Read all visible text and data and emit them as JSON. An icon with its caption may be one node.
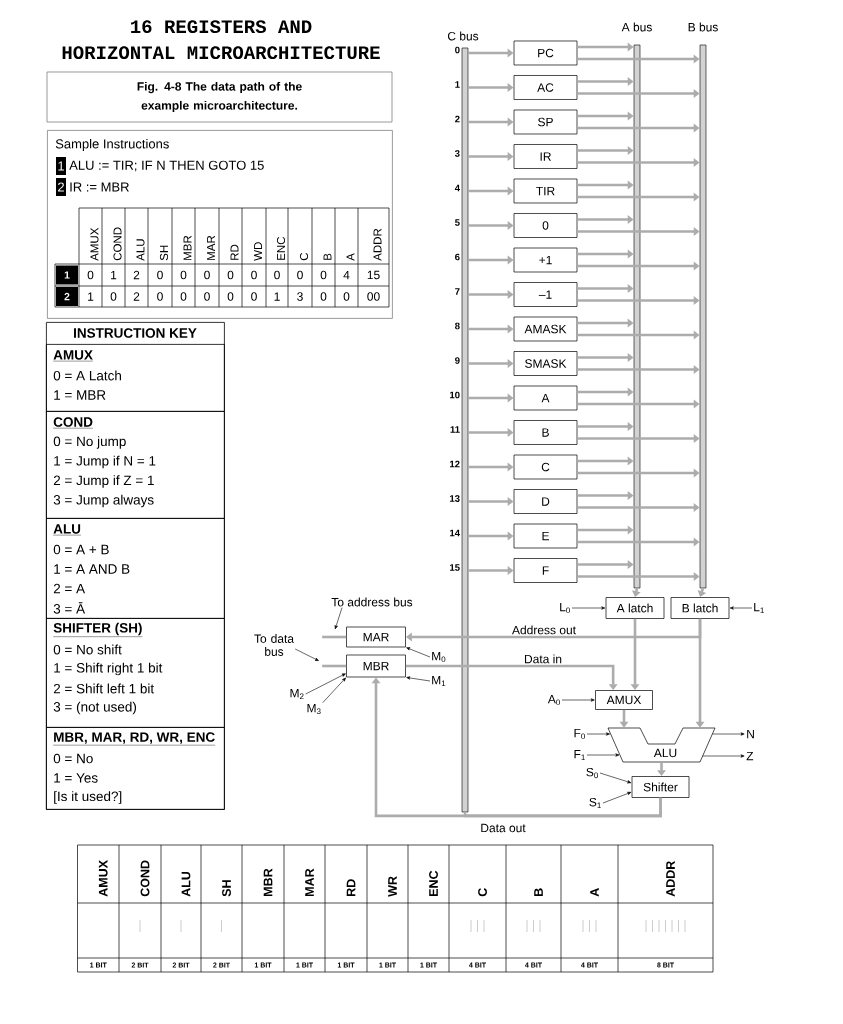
{
  "diagram": {
    "title": "16 REGISTERS AND HORIZONTAL MICROARCHITECTURE",
    "caption": "Fig. 4-8 The data path of the example microarchitecture.",
    "nodes": [
      {
        "text": [
          "Sample Instructions",
          "1",
          "ALU := TIR; IF N THEN GOTO 15",
          "2",
          "IR := MBR"
        ]
      },
      {
        "text": [
          "INSTRUCTION KEY"
        ]
      },
      {
        "text": [
          "AMUX",
          "0 = A Latch",
          "1 = MBR"
        ],
        "in": 1
      },
      {
        "text": [
          "COND",
          "0 = No jump",
          "1 = Jump if N = 1",
          "2 = Jump if Z = 1",
          "3 = Jump always"
        ],
        "in": 1
      },
      {
        "text": [
          "ALU",
          "0 = A + B",
          "1 = A AND B",
          "2 = A",
          "3 = Ā"
        ],
        "in": 1
      },
      {
        "text": [
          "SHIFTER (SH)",
          "0 = No shift",
          "1 = Shift right 1 bit",
          "2 = Shift left 1 bit",
          "3 = (not used)"
        ],
        "in": 1
      },
      {
        "text": [
          "MBR, MAR, RD, WR, ENC",
          "0 = No",
          "1 = Yes",
          "[Is it used?]"
        ],
        "in": 1
      },
      {
        "text": [
          "C bus"
        ]
      },
      {
        "text": [
          "A bus"
        ]
      },
      {
        "text": [
          "B bus"
        ]
      },
      {
        "text": [
          "PC"
        ]
      },
      {
        "text": [
          "AC"
        ]
      },
      {
        "text": [
          "SP"
        ]
      },
      {
        "text": [
          "IR"
        ]
      },
      {
        "text": [
          "TIR"
        ]
      },
      {
        "text": [
          "0"
        ]
      },
      {
        "text": [
          "+1"
        ]
      },
      {
        "text": [
          "–1"
        ]
      },
      {
        "text": [
          "AMASK"
        ]
      },
      {
        "text": [
          "SMASK"
        ]
      },
      {
        "text": [
          "A"
        ]
      },
      {
        "text": [
          "B"
        ]
      },
      {
        "text": [
          "C"
        ]
      },
      {
        "text": [
          "D"
        ]
      },
      {
        "text": [
          "E"
        ]
      },
      {
        "text": [
          "F"
        ]
      },
      {
        "text": [
          "A latch"
        ]
      },
      {
        "text": [
          "B latch"
        ]
      },
      {
        "text": [
          "L$_{0}$"
        ]
      },
      {
        "text": [
          "L$_{1}$"
        ]
      },
      {
        "text": [
          "To address bus"
        ]
      },
      {
        "text": [
          "MAR"
        ]
      },
      {
        "text": [
          "To data bus"
        ]
      },
      {
        "text": [
          "MBR"
        ]
      },
      {
        "text": [
          "M$_{0}$"
        ]
      },
      {
        "text": [
          "M$_{1}$"
        ]
      },
      {
        "text": [
          "M$_{2}$"
        ]
      },
      {
        "text": [
          "M$_{3}$"
        ]
      },
      {
        "text": [
          "AMUX"
        ]
      },
      {
        "text": [
          "A$_{0}$"
        ]
      },
      {
        "text": [
          "ALU"
        ]
      },
      {
        "text": [
          "F$_{0}$"
        ]
      },
      {
        "text": [
          "F$_{1}$"
        ]
      },
      {
        "text": [
          "N"
        ]
      },
      {
        "text": [
          "Z"
        ]
      },
      {
        "text": [
          "Shifter"
        ]
      },
      {
        "text": [
          "S$_{0}$"
        ]
      },
      {
        "text": [
          "S$_{1}$"
        ]
      }
    ],
    "edges": [
      {
        "from": 7,
        "to": 10,
        "arrow": "to",
        "label": "0"
      },
      {
        "from": 10,
        "to": 8,
        "arrow": "to"
      },
      {
        "from": 10,
        "to": 9,
        "arrow": "to"
      },
      {
        "from": 7,
        "to": 11,
        "arrow": "to",
        "label": "1"
      },
      {
        "from": 11,
        "to": 8,
        "arrow": "to"
      },
      {
        "from": 11,
        "to": 9,
        "arrow": "to"
      },
      {
        "from": 7,
        "to": 12,
        "arrow": "to",
        "label": "2"
      },
      {
        "from": 12,
        "to": 8,
        "arrow": "to"
      },
      {
        "from": 12,
        "to": 9,
        "arrow": "to"
      },
      {
        "from": 7,
        "to": 13,
        "arrow": "to",
        "label": "3"
      },
      {
        "from": 13,
        "to": 8,
        "arrow": "to"
      },
      {
        "from": 13,
        "to": 9,
        "arrow": "to"
      },
      {
        "from": 7,
        "to": 14,
        "arrow": "to",
        "label": "4"
      },
      {
        "from": 14,
        "to": 8,
        "arrow": "to"
      },
      {
        "from": 14,
        "to": 9,
        "arrow": "to"
      },
      {
        "from": 7,
        "to": 15,
        "arrow": "to",
        "label": "5"
      },
      {
        "from": 15,
        "to": 8,
        "arrow": "to"
      },
      {
        "from": 15,
        "to": 9,
        "arrow": "to"
      },
      {
        "from": 7,
        "to": 16,
        "arrow": "to",
        "label": "6"
      },
      {
        "from": 16,
        "to": 8,
        "arrow": "to"
      },
      {
        "from": 16,
        "to": 9,
        "arrow": "to"
      },
      {
        "from": 7,
        "to": 17,
        "arrow": "to",
        "label": "7"
      },
      {
        "from": 17,
        "to": 8,
        "arrow": "to"
      },
      {
        "from": 17,
        "to": 9,
        "arrow": "to"
      },
      {
        "from": 7,
        "to": 18,
        "arrow": "to",
        "label": "8"
      },
      {
        "from": 18,
        "to": 8,
        "arrow": "to"
      },
      {
        "from": 18,
        "to": 9,
        "arrow": "to"
      },
      {
        "from": 7,
        "to": 19,
        "arrow": "to",
        "label": "9"
      },
      {
        "from": 19,
        "to": 8,
        "arrow": "to"
      },
      {
        "from": 19,
        "to": 9,
        "arrow": "to"
      },
      {
        "from": 7,
        "to": 20,
        "arrow": "to",
        "label": "10"
      },
      {
        "from": 20,
        "to": 8,
        "arrow": "to"
      },
      {
        "from": 20,
        "to": 9,
        "arrow": "to"
      },
      {
        "from": 7,
        "to": 21,
        "arrow": "to",
        "label": "11"
      },
      {
        "from": 21,
        "to": 8,
        "arrow": "to"
      },
      {
        "from": 21,
        "to": 9,
        "arrow": "to"
      },
      {
        "from": 7,
        "to": 22,
        "arrow": "to",
        "label": "12"
      },
      {
        "from": 22,
        "to": 8,
        "arrow": "to"
      },
      {
        "from": 22,
        "to": 9,
        "arrow": "to"
      },
      {
        "from": 7,
        "to": 23,
        "arrow": "to",
        "label": "13"
      },
      {
        "from": 23,
        "to": 8,
        "arrow": "to"
      },
      {
        "from": 23,
        "to": 9,
        "arrow": "to"
      },
      {
        "from": 7,
        "to": 24,
        "arrow": "to",
        "label": "14"
      },
      {
        "from": 24,
        "to": 8,
        "arrow": "to"
      },
      {
        "from": 24,
        "to": 9,
        "arrow": "to"
      },
      {
        "from": 7,
        "to": 25,
        "arrow": "to",
        "label": "15"
      },
      {
        "from": 25,
        "to": 8,
        "arrow": "to"
      },
      {
        "from": 25,
        "to": 9,
        "arrow": "to"
      },
      {
        "from": 8,
        "to": 26,
        "arrow": "to"
      },
      {
        "from": 9,
        "to": 27,
        "arrow": "to"
      },
      {
        "from": 28,
        "to": 26,
        "arrow": "to",
        "color": "#000000"
      },
      {
        "from": 29,
        "to": 27,
        "arrow": "to",
        "color": "#000000"
      },
      {
        "from": 26,
        "to": 38,
        "arrow": "to"
      },
      {
        "from": 33,
        "to": 38,
        "arrow": "to",
        "label": "Data in"
      },
      {
        "from": 27,
        "to": 31,
        "arrow": "to",
        "label": "Address out"
      },
      {
        "from": 27,
        "to": 40,
        "arrow": "to"
      },
      {
        "from": 38,
        "to": 40,
        "arrow": "to"
      },
      {
        "from": 39,
        "to": 38,
        "arrow": "to",
        "color": "#000000"
      },
      {
        "from": 41,
        "to": 40,
        "arrow": "to",
        "color": "#000000"
      },
      {
        "from": 42,
        "to": 40,
        "arrow": "to",
        "color": "#000000"
      },
      {
        "from": 40,
        "to": 43,
        "arrow": "to",
        "color": "#000000"
      },
      {
        "from": 40,
        "to": 44,
        "arrow": "to",
        "color": "#000000"
      },
      {
        "from": 40,
        "to": 45,
        "arrow": "to"
      },
      {
        "from": 46,
        "to": 45,
        "arrow": "to",
        "color": "#000000"
      },
      {
        "from": 47,
        "to": 45,
        "arrow": "to",
        "color": "#000000"
      },
      {
        "from": 45,
        "to": 7,
        "arrow": "none",
        "label": "Data out"
      },
      {
        "from": 45,
        "to": 33,
        "arrow": "to"
      },
      {
        "from": 34,
        "to": 31,
        "arrow": "to",
        "color": "#000000"
      },
      {
        "from": 35,
        "to": 33,
        "arrow": "to",
        "color": "#000000"
      },
      {
        "from": 36,
        "to": 33,
        "arrow": "to",
        "color": "#000000"
      },
      {
        "from": 37,
        "to": 33,
        "arrow": "to",
        "color": "#000000"
      },
      {
        "from": 30,
        "to": null,
        "arrow": "to",
        "color": "#000000"
      },
      {
        "from": 32,
        "to": null,
        "arrow": "to",
        "color": "#000000"
      },
      {
        "from": 31,
        "to": null,
        "arrow": "none"
      },
      {
        "from": 33,
        "to": null,
        "arrow": "none"
      }
    ],
    "labels": [
      "AMUX",
      "COND",
      "ALU",
      "SH",
      "MBR",
      "MAR",
      "RD",
      "WD",
      "ENC",
      "C",
      "B",
      "A",
      "ADDR",
      "1",
      "0",
      "1",
      "2",
      "0",
      "0",
      "0",
      "0",
      "0",
      "0",
      "0",
      "0",
      "4",
      "15",
      "2",
      "1",
      "0",
      "2",
      "0",
      "0",
      "0",
      "0",
      "0",
      "1",
      "3",
      "0",
      "0",
      "00",
      "AMUX",
      "COND",
      "ALU",
      "SH",
      "MBR",
      "MAR",
      "RD",
      "WR",
      "ENC",
      "C",
      "B",
      "A",
      "ADDR",
      "1 BIT",
      "2 BIT",
      "2 BIT",
      "2 BIT",
      "1 BIT",
      "1 BIT",
      "1 BIT",
      "1 BIT",
      "1 BIT",
      "4 BIT",
      "4 BIT",
      "4 BIT",
      "8 BIT"
    ]
  }
}
